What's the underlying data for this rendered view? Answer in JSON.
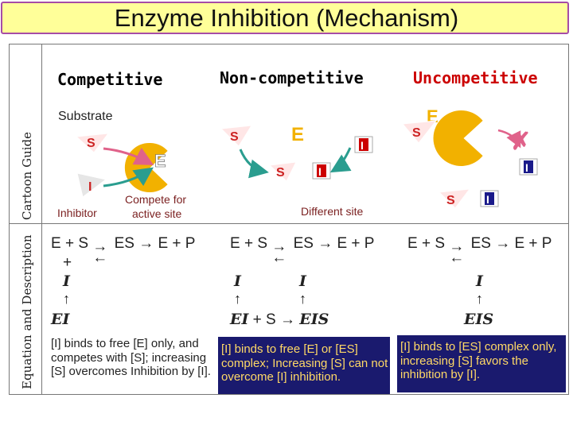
{
  "title": "Enzyme Inhibition (Mechanism)",
  "side_labels": {
    "top": "Cartoon Guide",
    "bottom": "Equation and Description"
  },
  "columns": {
    "competitive": {
      "heading": "Competitive",
      "substrate_label": "Substrate",
      "inhibitor_label": "Inhibitor",
      "compete_label_1": "Compete for",
      "compete_label_2": "active site",
      "eq_main": "E + S",
      "eq_mid": "ES",
      "eq_end": "E + P",
      "eq_plus": "+",
      "eq_i": "I",
      "eq_ei": "EI",
      "description": "[I] binds to free [E] only, and competes with [S]; increasing [S] overcomes Inhibition by [I]."
    },
    "noncompetitive": {
      "heading": "Non-competitive",
      "site_label": "Different site",
      "eq_main": "E + S",
      "eq_mid": "ES",
      "eq_end": "E + P",
      "eq_i_left": "I",
      "eq_i_right": "I",
      "eq_ei": "EI",
      "eq_plus_s": "+ S",
      "eq_eis": "EIS",
      "description": "[I] binds to free [E] or [ES] complex; Increasing [S] can not overcome [I] inhibition."
    },
    "uncompetitive": {
      "heading": "Uncompetitive",
      "eq_main": "E + S",
      "eq_mid": "ES",
      "eq_end": "E + P",
      "eq_i": "I",
      "eq_eis": "EIS",
      "description": "[I] binds to [ES] complex only, increasing [S] favors the inhibition by [I]."
    }
  },
  "cartoon": {
    "enzyme": "E",
    "substrate": "S",
    "inhibitor": "I"
  },
  "icons": {
    "arrow_right": "→",
    "arrow_left": "←",
    "arrow_up": "↑",
    "cross": "✗"
  },
  "colors": {
    "title_bg": "#ffff99",
    "title_border": "#a64ca6",
    "heading": "#cc0000",
    "enzyme": "#f2b100",
    "substrate_fill": "#ffe6e6",
    "substrate_text": "#cc2222",
    "inhibitor_fill": "#e0e0e0",
    "inhibitor_text": "#cc0000",
    "pink_arrow": "#e0628a",
    "teal_arrow": "#2a9d8f",
    "desc_band": "#1a1a6e"
  }
}
